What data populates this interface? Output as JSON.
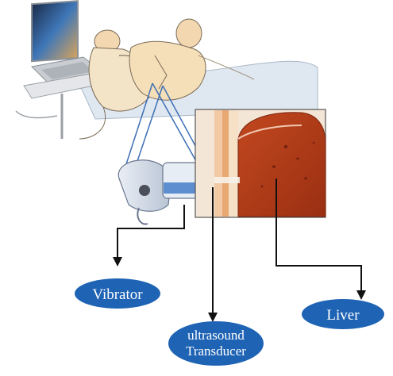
{
  "labels": {
    "vibrator": "Vibrator",
    "transducer_line1": "ultrasound",
    "transducer_line2": "Transducer",
    "liver": "Liver"
  },
  "colors": {
    "label_fill": "#1e63b4",
    "label_text": "#ffffff",
    "arrow": "#111111",
    "liver": "#b33a1a",
    "liver_dark": "#8e2a10",
    "skin": "#f5dfb8",
    "screen_frame": "#9aa0a6",
    "laptop_body": "#c9ccd0",
    "sheet": "#d9e4ee",
    "beam": "#3d6fb5",
    "probe_blue": "#5d8fd0"
  },
  "icons": {
    "operator": "ultrasound-operator",
    "patient": "reclining-patient",
    "monitor": "laptop-icon",
    "probe": "fibroscan-probe-icon",
    "tissue": "liver-tissue-cross-section"
  }
}
